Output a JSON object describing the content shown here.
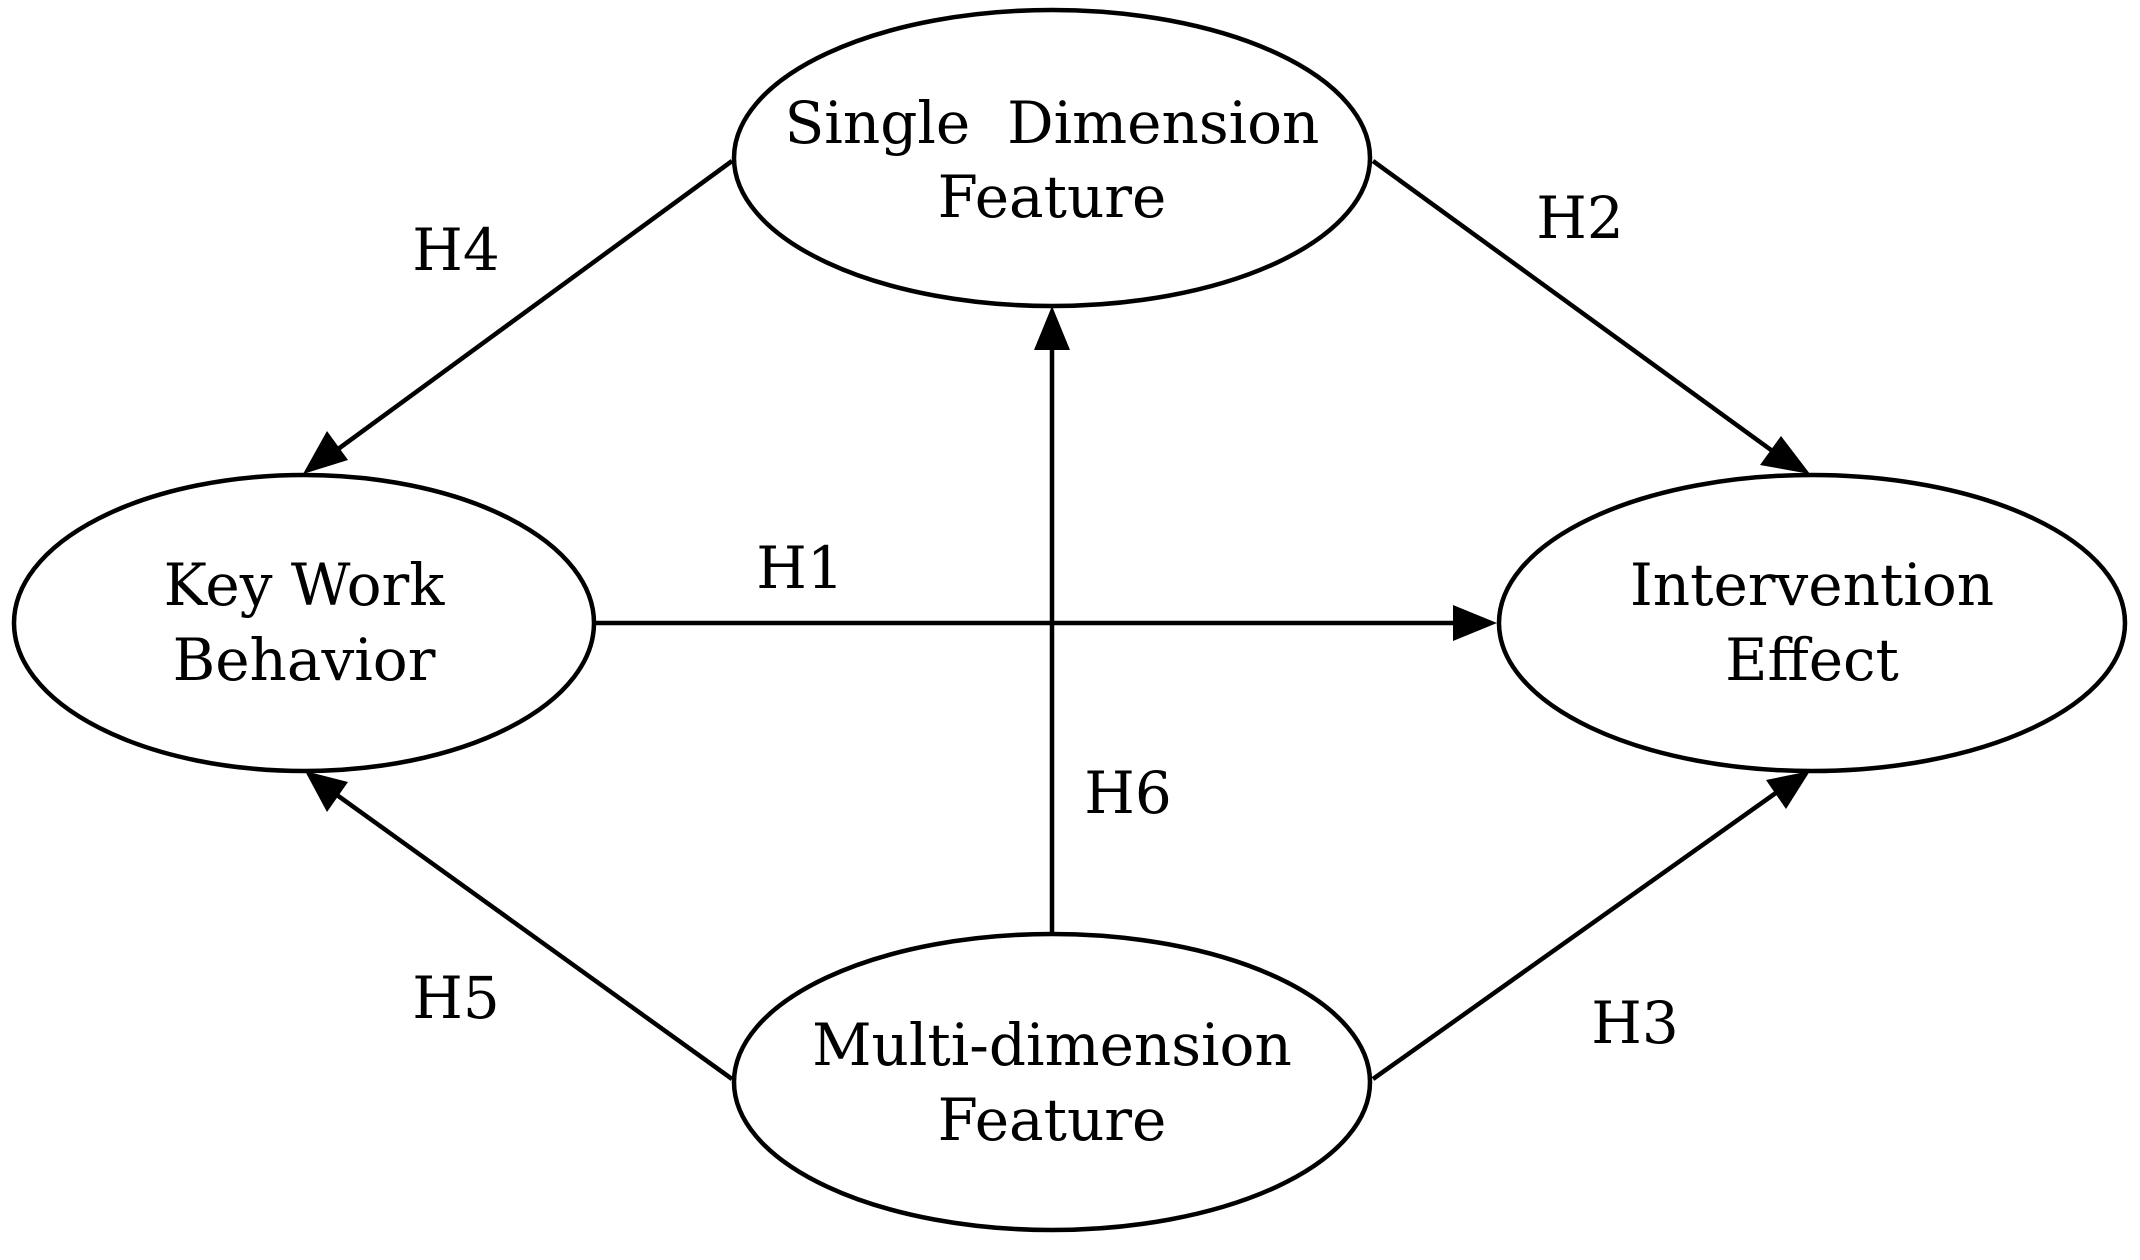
{
  "diagram": {
    "nodes": {
      "single_dimension": {
        "line1": "Single  Dimension",
        "line2": "Feature"
      },
      "key_work": {
        "line1": "Key Work",
        "line2": "Behavior"
      },
      "intervention": {
        "line1": "Intervention",
        "line2": "Effect"
      },
      "multi_dimension": {
        "line1": "Multi-dimension",
        "line2": "Feature"
      }
    },
    "edges": [
      {
        "id": "H1",
        "label": "H1",
        "from": "Key Work Behavior",
        "to": "Intervention Effect"
      },
      {
        "id": "H2",
        "label": "H2",
        "from": "Single Dimension Feature",
        "to": "Intervention Effect"
      },
      {
        "id": "H3",
        "label": "H3",
        "from": "Multi-dimension Feature",
        "to": "Intervention Effect"
      },
      {
        "id": "H4",
        "label": "H4",
        "from": "Single Dimension Feature",
        "to": "Key Work Behavior"
      },
      {
        "id": "H5",
        "label": "H5",
        "from": "Multi-dimension Feature",
        "to": "Key Work Behavior"
      },
      {
        "id": "H6",
        "label": "H6",
        "from": "Multi-dimension Feature",
        "to": "Single Dimension Feature"
      }
    ]
  }
}
